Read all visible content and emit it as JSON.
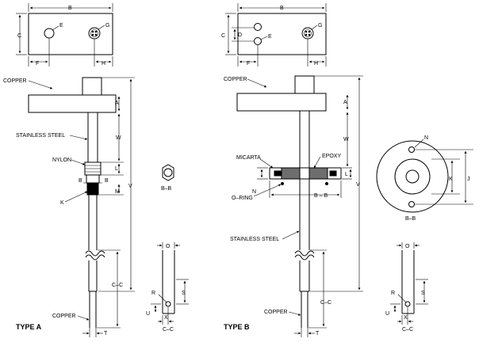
{
  "type_a": {
    "title": "TYPE A",
    "top_view": {
      "b": "B",
      "c": "C",
      "e": "E",
      "g": "G",
      "f": "F",
      "h": "H"
    },
    "labels": {
      "copper_top": "COPPER",
      "stainless": "STAINLESS  STEEL",
      "nylon": "NYLON",
      "k": "K",
      "b_left": "B",
      "b_right": "B",
      "copper_bottom": "COPPER"
    },
    "dims": {
      "a": "A",
      "w": "W",
      "l": "L",
      "m": "M",
      "v": "V",
      "cc": "C–C",
      "t": "T"
    },
    "section_bb": "B–B",
    "section_cc": {
      "o": "O",
      "r": "R",
      "s": "S",
      "u": "U",
      "x": "X",
      "title": "C–C"
    }
  },
  "type_b": {
    "title": "TYPE B",
    "top_view": {
      "b": "B",
      "c": "C",
      "d": "D",
      "e": "E",
      "g": "G",
      "f": "F",
      "h": "H"
    },
    "labels": {
      "copper_top": "COPPER",
      "micarta": "MICARTA",
      "epoxy": "EPOXY",
      "oring": "O–RING",
      "stainless": "STAINLESS  STEEL",
      "copper_bottom": "COPPER"
    },
    "dims": {
      "a": "A",
      "w": "W",
      "l": "L",
      "n": "N",
      "bb": "B – B",
      "v": "V",
      "cc": "C–C",
      "t": "T"
    },
    "flange": {
      "n": "N",
      "k": "K",
      "j": "J",
      "title": "B–B"
    },
    "section_cc": {
      "o": "O",
      "r": "R",
      "s": "S",
      "u": "U",
      "x": "X",
      "title": "C–C"
    }
  }
}
